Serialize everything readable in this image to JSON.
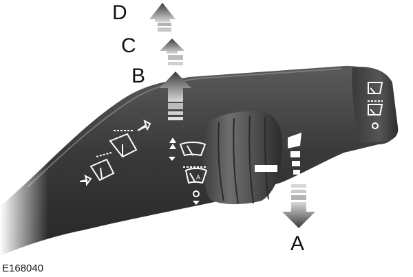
{
  "figure": {
    "id": "E168040",
    "positions": {
      "a": "A",
      "b": "B",
      "c": "C",
      "d": "D"
    }
  },
  "icons": [
    "front-wiper-icon",
    "rear-wiper-icon",
    "rear-washer-icon",
    "front-washer-icon",
    "auto-wiper-icon",
    "sensitivity-up-icon",
    "sensitivity-down-icon",
    "rear-wash-arrow-icon",
    "front-wash-arrow-icon",
    "speed-steps-indicator"
  ],
  "colors": {
    "stalk_dark": "#2a2a2a",
    "stalk_mid": "#4a4a4a",
    "stalk_light": "#7a7a7a",
    "arrow_dark": "#3a3a3a",
    "arrow_light": "#c8c8c8",
    "symbol": "#ffffff"
  }
}
